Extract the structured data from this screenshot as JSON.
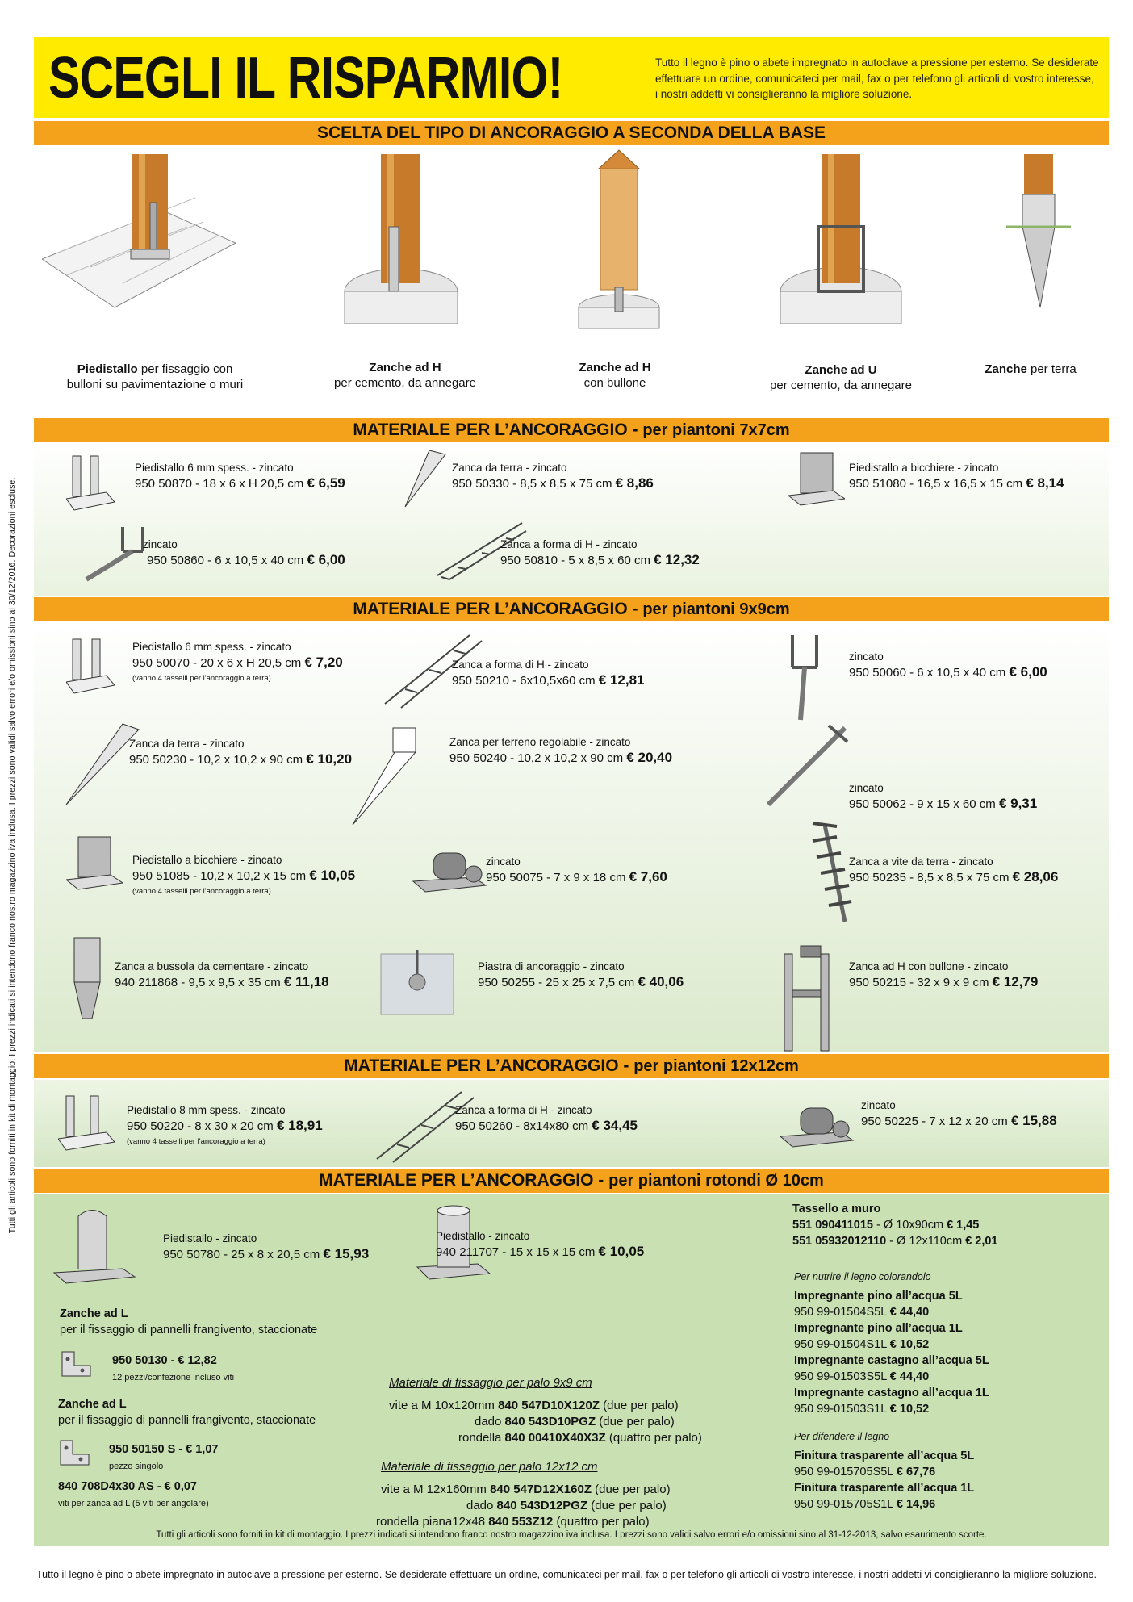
{
  "sidebar_text": "Tutti gli articoli sono forniti in kit di montaggio. I prezzi indicati si intendono franco nostro magazzino iva inclusa. I prezzi sono validi salvo errori e/o omissioni sino al 30/12/2016. Decorazioni escluse.",
  "header": {
    "title": "SCEGLI IL RISPARMIO!",
    "intro": "Tutto il legno è pino o abete impregnato in autoclave a pressione per esterno. Se desiderate effettuare un ordine, comunicateci per mail, fax o per telefono gli articoli di vostro interesse, i nostri addetti vi consiglieranno la migliore soluzione."
  },
  "anchor_types": {
    "title": "SCELTA DEL TIPO DI ANCORAGGIO A SECONDA DELLA BASE",
    "items": [
      {
        "bold": "Piedistallo",
        "rest": " per fissaggio con",
        "line2": "bulloni su pavimentazione o muri"
      },
      {
        "bold": "Zanche ad H",
        "rest": "",
        "line2": "per cemento, da annegare"
      },
      {
        "bold": "Zanche ad H",
        "rest": "",
        "line2": "con bullone"
      },
      {
        "bold": "Zanche ad U",
        "rest": "",
        "line2": "per cemento, da annegare"
      },
      {
        "bold": "Zanche",
        "rest": " per terra",
        "line2": ""
      }
    ]
  },
  "sections": {
    "s1": {
      "label": "MATERIALE PER L’ANCORAGGIO",
      "sep": " - ",
      "size": "per piantoni 7x7cm"
    },
    "s2": {
      "label": "MATERIALE PER L’ANCORAGGIO",
      "sep": " - ",
      "size": "per piantoni 9x9cm"
    },
    "s3": {
      "label": "MATERIALE PER L’ANCORAGGIO",
      "sep": " - ",
      "size": "per piantoni 12x12cm"
    },
    "s4": {
      "label": "MATERIALE PER L’ANCORAGGIO",
      "sep": " - ",
      "size": "per piantoni rotondi Ø 10cm"
    }
  },
  "products": {
    "p1": {
      "desc": "Piedistallo 6 mm spess. - zincato",
      "code": "950 50870",
      "dims": " - 18 x 6 x H 20,5 cm ",
      "price": "€ 6,59"
    },
    "p2": {
      "desc": "Zanca da terra - zincato",
      "code": "950 50330",
      "dims": " - 8,5 x 8,5 x 75 cm ",
      "price": "€ 8,86"
    },
    "p3": {
      "desc": "Piedistallo a bicchiere - zincato",
      "code": "950 51080",
      "dims": " - 16,5 x 16,5 x 15 cm ",
      "price": "€  8,14"
    },
    "p4": {
      "desc": "zincato",
      "code": "950 50860",
      "dims": " - 6 x 10,5 x 40 cm ",
      "price": "€ 6,00"
    },
    "p5": {
      "desc": "Zanca a forma di H - zincato",
      "code": "950 50810",
      "dims": " - 5 x 8,5 x 60 cm ",
      "price": "€ 12,32"
    },
    "p6": {
      "desc": "Piedistallo 6 mm spess. - zincato",
      "code": "950 50070",
      "dims": " - 20 x 6 x H 20,5 cm ",
      "price": "€ 7,20",
      "note": "(vanno 4 tasselli per l'ancoraggio a terra)"
    },
    "p7": {
      "desc": "Zanca a forma di H - zincato",
      "code": "950 50210",
      "dims": " - 6x10,5x60 cm ",
      "price": "€ 12,81"
    },
    "p8": {
      "desc": "zincato",
      "code": "950 50060",
      "dims": " - 6 x 10,5 x 40 cm ",
      "price": "€ 6,00"
    },
    "p9": {
      "desc": "Zanca da terra - zincato",
      "code": "950 50230",
      "dims": " - 10,2 x 10,2 x 90 cm ",
      "price": "€ 10,20"
    },
    "p10": {
      "desc": "Zanca per terreno regolabile - zincato",
      "code": "950 50240",
      "dims": " - 10,2 x 10,2 x 90 cm ",
      "price": "€ 20,40"
    },
    "p11": {
      "desc": "zincato",
      "code": "950 50062",
      "dims": " - 9 x 15 x 60 cm ",
      "price": "€ 9,31"
    },
    "p12": {
      "desc": "Piedistallo a bicchiere - zincato",
      "code": "950 51085",
      "dims": " - 10,2 x 10,2 x 15 cm ",
      "price": "€ 10,05",
      "note": "(vanno 4 tasselli per l'ancoraggio a terra)"
    },
    "p13": {
      "desc": "zincato",
      "code": "950 50075",
      "dims": " - 7 x 9 x 18 cm ",
      "price": "€ 7,60"
    },
    "p14": {
      "desc": "Zanca a vite da terra - zincato",
      "code": "950 50235",
      "dims": " - 8,5 x 8,5 x 75 cm ",
      "price": "€ 28,06"
    },
    "p15": {
      "desc": "Zanca a bussola da cementare - zincato",
      "code": "940 211868",
      "dims": " - 9,5 x 9,5 x 35 cm ",
      "price": "€ 11,18"
    },
    "p16": {
      "desc": "Piastra di ancoraggio - zincato",
      "code": "950 50255",
      "dims": " - 25 x 25 x 7,5 cm ",
      "price": "€ 40,06"
    },
    "p17": {
      "desc": "Zanca ad H con bullone - zincato",
      "code": "950 50215",
      "dims": " - 32 x 9 x 9 cm ",
      "price": "€ 12,79"
    },
    "p18": {
      "desc": "Piedistallo 8 mm spess. - zincato",
      "code": "950 50220",
      "dims": " - 8 x 30 x 20 cm ",
      "price": "€ 18,91",
      "note": "(vanno 4 tasselli per l'ancoraggio a terra)"
    },
    "p19": {
      "desc": "Zanca a forma di H - zincato",
      "code": "950 50260",
      "dims": " - 8x14x80 cm ",
      "price": "€ 34,45"
    },
    "p20": {
      "desc": "zincato",
      "code": "950 50225",
      "dims": " - 7 x 12 x 20 cm ",
      "price": "€ 15,88"
    },
    "p21": {
      "desc": "Piedistallo - zincato",
      "code": "950 50780",
      "dims": " - 25 x 8 x 20,5 cm ",
      "price": "€ 15,93"
    },
    "p22": {
      "desc": "Piedistallo - zincato",
      "code": "940 211707",
      "dims": " - 15 x 15 x 15 cm ",
      "price": "€ 10,05"
    }
  },
  "zanche_l_1": {
    "title": "Zanche ad L",
    "sub": "per il fissaggio di pannelli frangivento, staccionate",
    "code": "950 50130",
    "price": " - € 12,82",
    "note": "12 pezzi/confezione incluso viti"
  },
  "zanche_l_2": {
    "title": "Zanche ad L",
    "sub": "per il fissaggio di pannelli frangivento, staccionate",
    "code": "950 50150 S",
    "price": " - € 1,07",
    "note": "pezzo singolo",
    "code2": "840 708D4x30 AS",
    "price2": " - € 0,07",
    "note2": "viti per zanca ad L (5 viti per angolare)"
  },
  "fix_9": {
    "title": "Materiale di fissaggio per palo 9x9 cm",
    "rows": [
      {
        "label": "vite a M 10x120mm ",
        "code": "840 547D10X120Z",
        "qty": " (due per palo)"
      },
      {
        "label": "dado ",
        "code": "840 543D10PGZ",
        "qty": " (due per palo)"
      },
      {
        "label": "rondella ",
        "code": "840 00410X40X3Z",
        "qty": " (quattro per palo)"
      }
    ]
  },
  "fix_12": {
    "title": "Materiale di fissaggio per palo 12x12 cm",
    "rows": [
      {
        "label": "vite a M 12x160mm ",
        "code": "840 547D12X160Z",
        "qty": " (due per palo)"
      },
      {
        "label": "dado ",
        "code": "840 543D12PGZ",
        "qty": " (due per palo)"
      },
      {
        "label": "rondella piana12x48 ",
        "code": "840 553Z12",
        "qty": " (quattro per palo)"
      }
    ]
  },
  "tassello": {
    "title": "Tassello a muro",
    "rows": [
      {
        "code": "551 090411015",
        "dims": " - Ø 10x90cm  ",
        "price": "€ 1,45"
      },
      {
        "code": "551 05932012110",
        "dims": " - Ø 12x110cm  ",
        "price": "€ 2,01"
      }
    ]
  },
  "impregnanti": {
    "intro": "Per nutrire il legno colorandolo",
    "rows": [
      {
        "name": "Impregnante pino all’acqua 5L",
        "code": "950 99-01504S5L  ",
        "price": "€ 44,40"
      },
      {
        "name": "Impregnante pino all’acqua 1L",
        "code": "950 99-01504S1L  ",
        "price": "€ 10,52"
      },
      {
        "name": "Impregnante castagno all’acqua 5L",
        "code": "950 99-01503S5L  ",
        "price": "€ 44,40"
      },
      {
        "name": "Impregnante castagno all’acqua 1L",
        "code": "950 99-01503S1L  ",
        "price": "€ 10,52"
      }
    ]
  },
  "finiture": {
    "intro": "Per difendere il legno",
    "rows": [
      {
        "name": "Finitura trasparente all’acqua 5L",
        "code": "950 99-015705S5L  ",
        "price": "€ 67,76"
      },
      {
        "name": "Finitura trasparente all’acqua 1L",
        "code": "950 99-015705S1L  ",
        "price": "€ 14,96"
      }
    ]
  },
  "section_footer": "Tutti gli articoli sono forniti in kit di montaggio. I prezzi indicati si intendono franco nostro magazzino iva inclusa. I prezzi sono validi salvo errori e/o omissioni sino al 31-12-2013, salvo esaurimento scorte.",
  "page_footer": "Tutto il legno è pino o abete impregnato in autoclave a pressione per esterno. Se desiderate effettuare un ordine, comunicateci per mail, fax o per telefono gli articoli di vostro interesse, i nostri addetti vi consiglieranno la migliore soluzione.",
  "colors": {
    "header_yellow": "#ffeb00",
    "band_orange": "#f4a21c",
    "green": "#c9e0b3"
  }
}
